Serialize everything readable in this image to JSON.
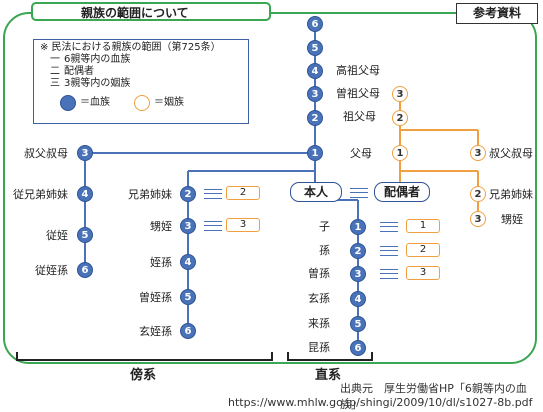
{
  "title": "親族の範囲について",
  "ref": "参考資料",
  "legend": {
    "title": "※ 民法における親族の範囲（第725条）",
    "rows": [
      {
        "num": "一",
        "text": "6親等内の血族"
      },
      {
        "num": "二",
        "text": "配偶者"
      },
      {
        "num": "三",
        "text": "3親等内の姻族"
      }
    ],
    "blood_label": "＝血族",
    "inlaw_label": "＝姻族"
  },
  "center": {
    "self": "本人",
    "spouse": "配偶者"
  },
  "ancestors": [
    {
      "deg": "6",
      "label": ""
    },
    {
      "deg": "5",
      "label": ""
    },
    {
      "deg": "4",
      "label": "高祖父母"
    },
    {
      "deg": "3",
      "label": "曽祖父母"
    },
    {
      "deg": "2",
      "label": "祖父母"
    },
    {
      "deg": "1",
      "label": "父母"
    }
  ],
  "spouse_ancestors": [
    {
      "deg": "3"
    },
    {
      "deg": "2"
    },
    {
      "deg": "1"
    }
  ],
  "spouse_side": {
    "uncle": {
      "deg": "3",
      "label": "叔父叔母"
    },
    "sibling": {
      "deg": "2",
      "label": "兄弟姉妹"
    },
    "nephew": {
      "deg": "3",
      "label": "甥姪"
    }
  },
  "descendants": [
    {
      "deg": "1",
      "label": "子",
      "box": "1"
    },
    {
      "deg": "2",
      "label": "孫",
      "box": "2"
    },
    {
      "deg": "3",
      "label": "曽孫",
      "box": "3"
    },
    {
      "deg": "4",
      "label": "玄孫"
    },
    {
      "deg": "5",
      "label": "来孫"
    },
    {
      "deg": "6",
      "label": "昆孫"
    }
  ],
  "collateral": {
    "uncle": {
      "deg": "3",
      "label": "叔父叔母"
    },
    "cousins": [
      {
        "deg": "4",
        "label": "従兄弟姉妹"
      },
      {
        "deg": "5",
        "label": "従姪"
      },
      {
        "deg": "6",
        "label": "従姪孫"
      }
    ],
    "siblings": [
      {
        "deg": "2",
        "label": "兄弟姉妹",
        "box": "2"
      },
      {
        "deg": "3",
        "label": "甥姪",
        "box": "3"
      },
      {
        "deg": "4",
        "label": "姪孫"
      },
      {
        "deg": "5",
        "label": "曽姪孫"
      },
      {
        "deg": "6",
        "label": "玄姪孫"
      }
    ]
  },
  "categories": {
    "collateral": "傍系",
    "direct": "直系"
  },
  "source": {
    "line1": "出典元　厚生労働省HP「6親等内の血族」",
    "line2": "https://www.mhlw.go.jp/shingi/2009/10/dl/s1027-8b.pdf"
  },
  "colors": {
    "blood": "#4a72b8",
    "inlaw": "#f0a040",
    "frame": "#3aa651"
  }
}
